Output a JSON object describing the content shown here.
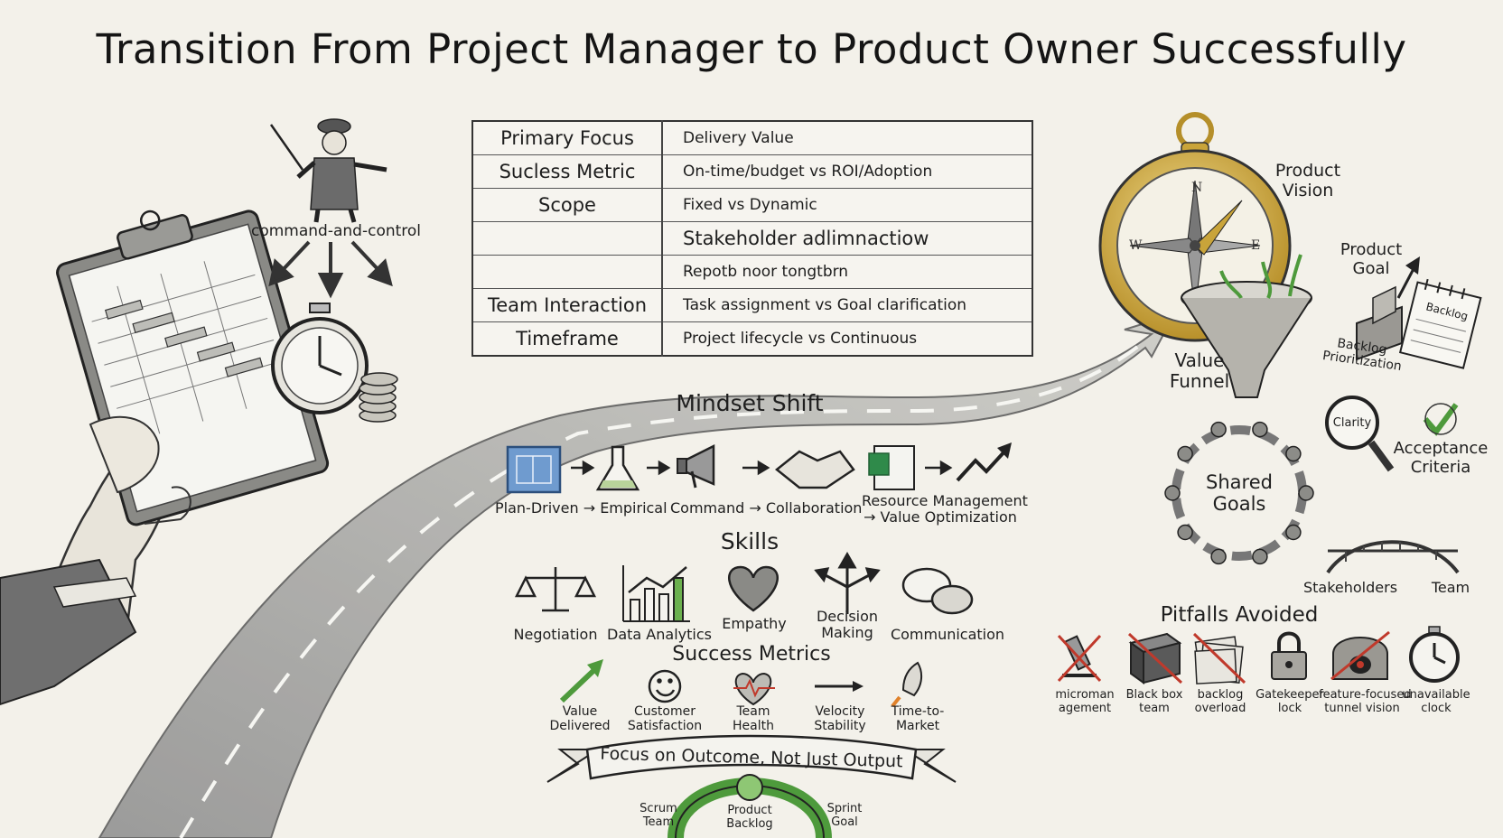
{
  "title": "Transition From Project Manager to Product Owner Successfully",
  "left": {
    "command_label": "command-and-control"
  },
  "table": {
    "rows": [
      {
        "key": "Primary Focus",
        "value": "Delivery Value"
      },
      {
        "key": "Sucless Metric",
        "value": "On-time/budget vs ROI/Adoption"
      },
      {
        "key": "Scope",
        "value": "Fixed vs Dynamic"
      },
      {
        "key": "",
        "value": "Stakeholder adlimnactiow"
      },
      {
        "key": "",
        "value": "Repotb noor tongtbrn"
      },
      {
        "key": "Team Interaction",
        "value": "Task assignment vs Goal clarification"
      },
      {
        "key": "Timeframe",
        "value": "Project lifecycle vs Continuous"
      }
    ]
  },
  "mindset": {
    "heading": "Mindset Shift",
    "shifts": [
      {
        "label": "Plan-Driven → Empirical"
      },
      {
        "label": "Command → Collaboration"
      },
      {
        "label_line1": "Resource Management",
        "label_line2": "→ Value Optimization"
      }
    ]
  },
  "skills": {
    "heading": "Skills",
    "items": [
      {
        "label": "Negotiation"
      },
      {
        "label": "Data Analytics"
      },
      {
        "label": "Empathy"
      },
      {
        "label_line1": "Decision",
        "label_line2": "Making"
      },
      {
        "label": "Communication"
      }
    ]
  },
  "success": {
    "heading": "Success Metrics",
    "items": [
      {
        "line1": "Value",
        "line2": "Delivered"
      },
      {
        "line1": "Customer",
        "line2": "Satisfaction"
      },
      {
        "line1": "Team",
        "line2": "Health"
      },
      {
        "line1": "Velocity",
        "line2": "Stability"
      },
      {
        "line1": "Time-to-",
        "line2": "Market"
      }
    ]
  },
  "banner": {
    "text": "Focus on Outcome, Not Just Output",
    "cycle": {
      "scrum_team_1": "Scrum",
      "scrum_team_2": "Team",
      "backlog_1": "Product",
      "backlog_2": "Backlog",
      "sprint_1": "Sprint",
      "sprint_2": "Goal"
    }
  },
  "right": {
    "product_vision_1": "Product",
    "product_vision_2": "Vision",
    "product_goal_1": "Product",
    "product_goal_2": "Goal",
    "backlog_note": "Backlog",
    "backlog_prio_1": "Backlog",
    "backlog_prio_2": "Prioritization",
    "value_funnel_1": "Value",
    "value_funnel_2": "Funnel",
    "clarity": "Clarity",
    "acceptance_1": "Acceptance",
    "acceptance_2": "Criteria",
    "shared_goals_1": "Shared",
    "shared_goals_2": "Goals",
    "stakeholders": "Stakeholders",
    "team": "Team"
  },
  "pitfalls": {
    "heading": "Pitfalls Avoided",
    "items": [
      {
        "line1": "microman",
        "line2": "agement"
      },
      {
        "line1": "Black box",
        "line2": "team"
      },
      {
        "line1": "backlog",
        "line2": "overload"
      },
      {
        "line1": "Gatekeeper",
        "line2": "lock"
      },
      {
        "line1": "feature-focused",
        "line2": "tunnel vision"
      },
      {
        "line1": "unavailable",
        "line2": "clock"
      }
    ]
  },
  "colors": {
    "background": "#f3f1ea",
    "ink": "#222222",
    "accent_green": "#4e9a3c",
    "accent_red": "#c0392b",
    "compass_gold": "#c9a43a",
    "blueprint_blue": "#3a6fa8"
  }
}
